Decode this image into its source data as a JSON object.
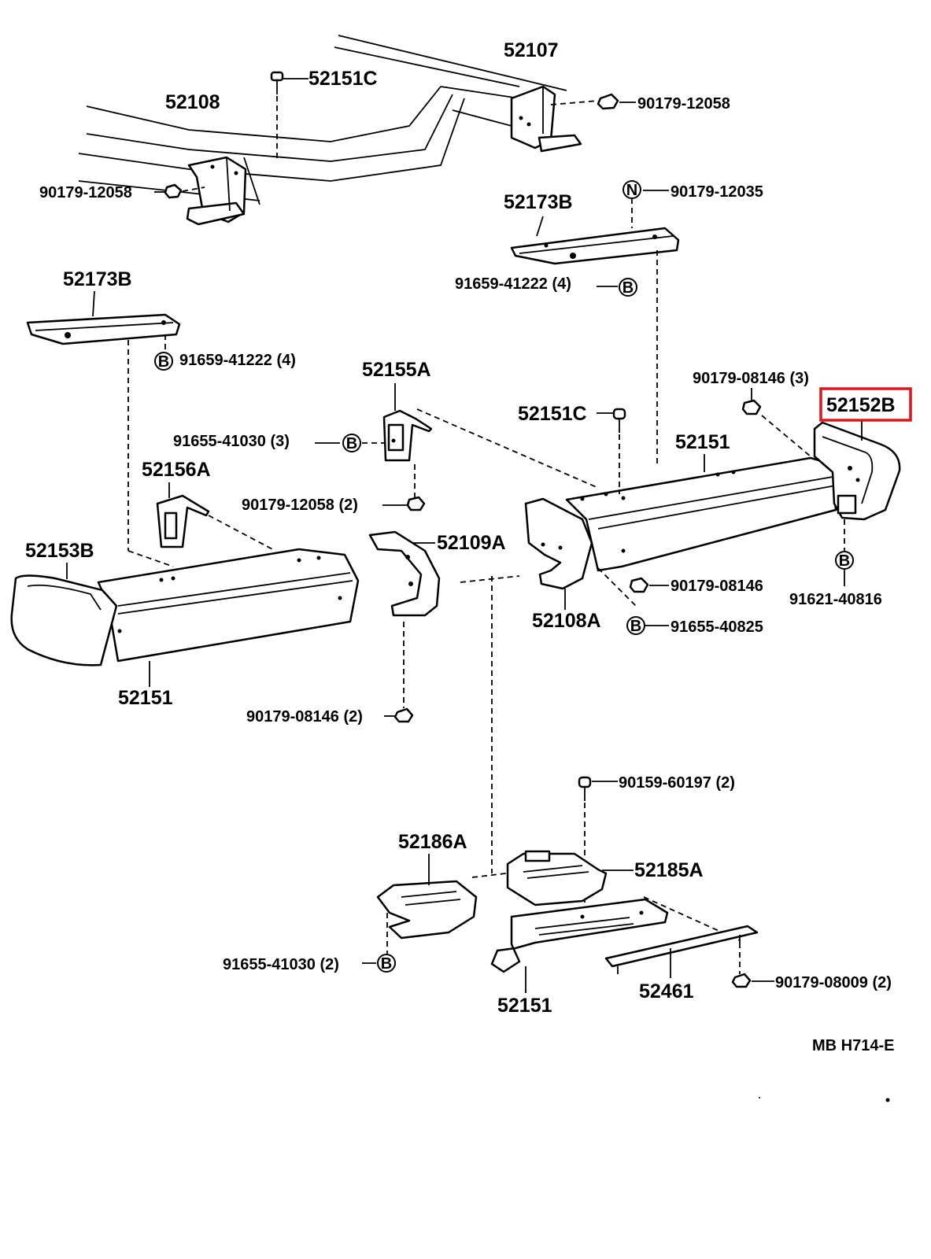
{
  "diagram": {
    "labels": {
      "p52107": "52107",
      "p52151c_top": "52151C",
      "p52108": "52108",
      "p90179_12058_top": "90179-12058",
      "p90179_12058_left": "90179-12058",
      "p90179_12035": "90179-12035",
      "p52173b_center": "52173B",
      "p91659_41222_center": "91659-41222 (4)",
      "p52173b_left": "52173B",
      "p91659_41222_left": "91659-41222 (4)",
      "p52155a": "52155A",
      "p90179_08146_3": "90179-08146 (3)",
      "p52152b": "52152B",
      "p52151c_mid": "52151C",
      "p91655_41030_3": "91655-41030 (3)",
      "p52151_right": "52151",
      "p52156a": "52156A",
      "p90179_12058_2": "90179-12058 (2)",
      "p52153b": "52153B",
      "p52109a": "52109A",
      "p90179_08146_mid": "90179-08146",
      "p91621_40816": "91621-40816",
      "p52108a": "52108A",
      "p91655_40825": "91655-40825",
      "p52151_left": "52151",
      "p90179_08146_2": "90179-08146 (2)",
      "p90159_60197": "90159-60197 (2)",
      "p52186a": "52186A",
      "p52185a": "52185A",
      "p91655_41030_2": "91655-41030 (2)",
      "p90179_08009": "90179-08009 (2)",
      "p52461": "52461",
      "p52151_bottom": "52151",
      "drawing_code": "MB  H714-E"
    },
    "markers": {
      "b": "B",
      "n": "N"
    },
    "highlight": {
      "part": "52152B",
      "color": "#e0151b"
    }
  }
}
